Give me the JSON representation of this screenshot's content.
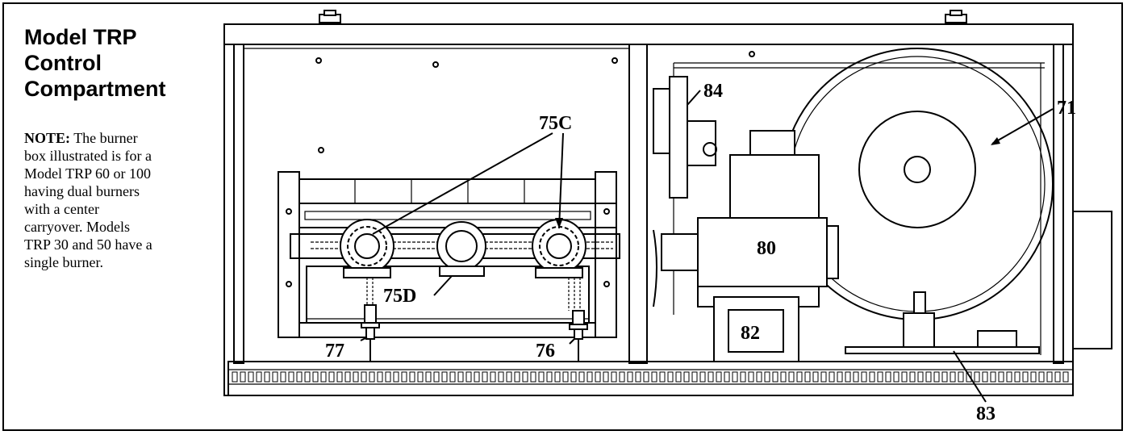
{
  "title_lines": [
    "Model TRP",
    "Control",
    "Compartment"
  ],
  "note": {
    "label": "NOTE:",
    "text": " The burner box illustrated is for a Model TRP 60 or 100 having dual burners with a center carryover. Models TRP 30 and 50 have a single burner."
  },
  "callouts": {
    "c75c": "75C",
    "c75d": "75D",
    "c76": "76",
    "c77": "77",
    "c71": "71",
    "c80": "80",
    "c82": "82",
    "c83": "83",
    "c84": "84"
  }
}
